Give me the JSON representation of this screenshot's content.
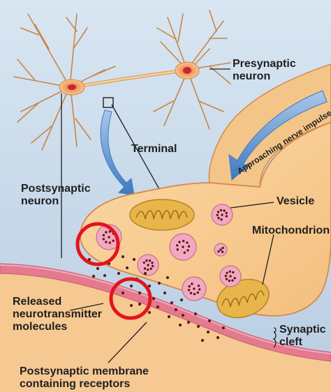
{
  "labels": {
    "presynaptic": [
      "Presynaptic",
      "neuron"
    ],
    "terminal": "Terminal",
    "postsynaptic": [
      "Postsynaptic",
      "neuron"
    ],
    "vesicle": "Vesicle",
    "mitochondrion": "Mitochondrion",
    "released": [
      "Released",
      "neurotransmitter",
      "molecules"
    ],
    "synaptic_cleft": [
      "Synaptic",
      "cleft"
    ],
    "membrane": [
      "Postsynaptic membrane",
      "containing receptors"
    ],
    "impulse": "Approaching nerve impulse"
  },
  "highlights": [
    {
      "label": "",
      "target": "vesicle fusing at terminal membrane",
      "color": "#e3141b"
    },
    {
      "label": "",
      "target": "neurotransmitter molecules crossing the synaptic cleft",
      "color": "#e3141b"
    }
  ],
  "colors": {
    "background": "#c9d9ea",
    "neuron_body": "#f7c88c",
    "neuron_outline": "#d28a4a",
    "postsynaptic": "#f3c48b",
    "membrane": "#e47a8e",
    "vesicle": "#f2a9bf",
    "molecule": "#5c1a1a",
    "mitochondrion": "#e7b54a",
    "arrow": "#4f88c8",
    "highlight": "#e3141b"
  }
}
